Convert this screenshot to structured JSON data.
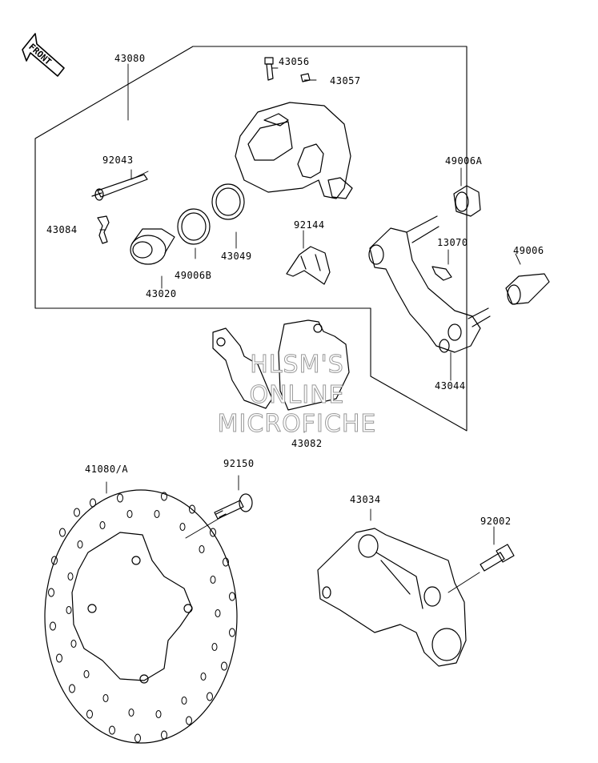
{
  "diagram": {
    "front_label": "FRONT",
    "parts": {
      "p43080": "43080",
      "p43056": "43056",
      "p43057": "43057",
      "p92043": "92043",
      "p49006A": "49006A",
      "p43084": "43084",
      "p92144": "92144",
      "p13070": "13070",
      "p49006": "49006",
      "p43049": "43049",
      "p49006B": "49006B",
      "p43020": "43020",
      "p43044": "43044",
      "p43082": "43082",
      "p41080A": "41080/A",
      "p92150": "92150",
      "p43034": "43034",
      "p92002": "92002"
    },
    "watermark": {
      "line1": "HLSM'S",
      "line2": "ONLINE",
      "line3": "MICROFICHE"
    }
  }
}
